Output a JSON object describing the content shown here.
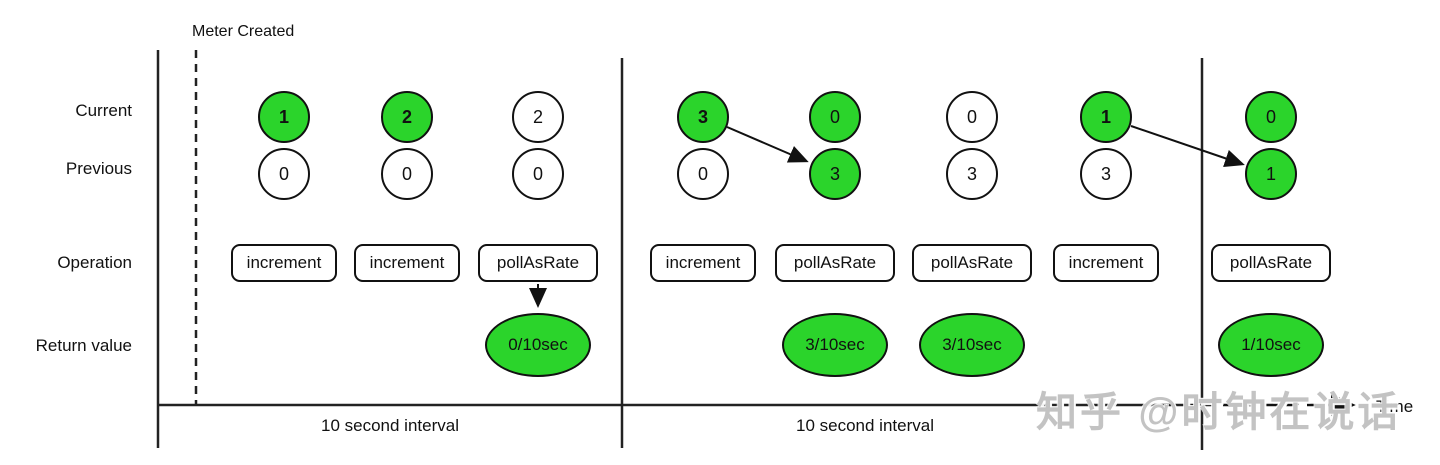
{
  "title": "Meter Created",
  "row_labels": {
    "current": "Current",
    "previous": "Previous",
    "operation": "Operation",
    "return_value": "Return value"
  },
  "axis": {
    "time_label": "Time",
    "intervals": [
      {
        "label": "10 second interval"
      },
      {
        "label": "10 second interval"
      }
    ]
  },
  "colors": {
    "green": "#2bd42b",
    "stroke": "#111111",
    "background": "#ffffff"
  },
  "watermark": "知乎 @时钟在说话",
  "columns": [
    {
      "current": {
        "value": "1",
        "green": true,
        "bold": true
      },
      "previous": {
        "value": "0",
        "green": false
      },
      "operation": "increment"
    },
    {
      "current": {
        "value": "2",
        "green": true,
        "bold": true
      },
      "previous": {
        "value": "0",
        "green": false
      },
      "operation": "increment"
    },
    {
      "current": {
        "value": "2",
        "green": false,
        "bold": false
      },
      "previous": {
        "value": "0",
        "green": false
      },
      "operation": "pollAsRate",
      "return_value": "0/10sec"
    },
    {
      "current": {
        "value": "3",
        "green": true,
        "bold": true
      },
      "previous": {
        "value": "0",
        "green": false
      },
      "operation": "increment"
    },
    {
      "current": {
        "value": "0",
        "green": true,
        "bold": false
      },
      "previous": {
        "value": "3",
        "green": true
      },
      "operation": "pollAsRate",
      "return_value": "3/10sec"
    },
    {
      "current": {
        "value": "0",
        "green": false,
        "bold": false
      },
      "previous": {
        "value": "3",
        "green": false
      },
      "operation": "pollAsRate",
      "return_value": "3/10sec"
    },
    {
      "current": {
        "value": "1",
        "green": true,
        "bold": true
      },
      "previous": {
        "value": "3",
        "green": false
      },
      "operation": "increment"
    },
    {
      "current": {
        "value": "0",
        "green": true,
        "bold": false
      },
      "previous": {
        "value": "1",
        "green": true
      },
      "operation": "pollAsRate",
      "return_value": "1/10sec"
    }
  ],
  "arrows": [
    {
      "from": "column-4-current",
      "to": "column-5-previous"
    },
    {
      "from": "column-7-current",
      "to": "column-8-previous"
    },
    {
      "from": "column-3-operation",
      "to": "column-3-return-value"
    }
  ]
}
